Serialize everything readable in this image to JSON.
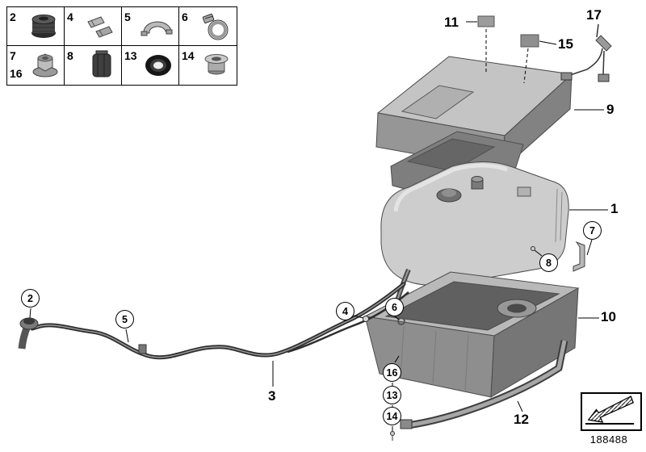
{
  "drawing": {
    "part_number": "188488"
  },
  "legend": {
    "cells": [
      {
        "labels": [
          "2"
        ],
        "icon": "rubber-mount"
      },
      {
        "labels": [
          "4"
        ],
        "icon": "spring-clip"
      },
      {
        "labels": [
          "5"
        ],
        "icon": "retaining-clamp"
      },
      {
        "labels": [
          "6"
        ],
        "icon": "hose-clamp"
      },
      {
        "labels": [
          "7",
          "16"
        ],
        "icon": "flange-nut"
      },
      {
        "labels": [
          "8"
        ],
        "icon": "cable-clip"
      },
      {
        "labels": [
          "13"
        ],
        "icon": "grommet"
      },
      {
        "labels": [
          "14"
        ],
        "icon": "sleeve"
      }
    ]
  },
  "callouts": {
    "circled": {
      "c2": "2",
      "c4": "4",
      "c5": "5",
      "c6": "6",
      "c7": "7",
      "c8": "8",
      "c13": "13",
      "c14": "14",
      "c16": "16"
    },
    "plain": {
      "p1": "1",
      "p3": "3",
      "p9": "9",
      "p10": "10",
      "p11": "11",
      "p12": "12",
      "p15": "15",
      "p17": "17"
    }
  },
  "colors": {
    "outline": "#000000",
    "part_light": "#cdcdcd",
    "part_mid": "#969696",
    "part_dark": "#606060",
    "background": "#ffffff"
  }
}
